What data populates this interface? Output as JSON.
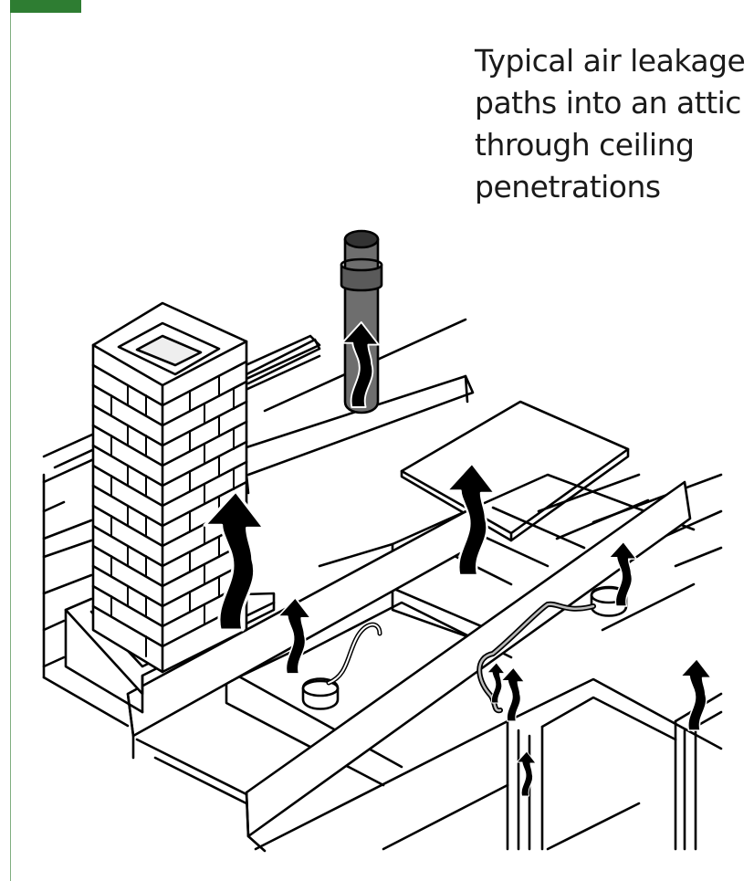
{
  "caption": {
    "lines": [
      "Typical air leakage",
      "paths into an attic",
      "through ceiling",
      "penetrations"
    ]
  },
  "colors": {
    "frame_green": "#7fae7f",
    "tab_green": "#2e7d32",
    "ink": "#000000",
    "vent_pipe_gray": "#6e6e6e",
    "paper": "#ffffff"
  },
  "icons": {
    "leak_arrow": "airflow-arrow-icon",
    "chimney": "brick-chimney",
    "vent_pipe": "plumbing-vent-pipe",
    "hatch": "attic-hatch-panel",
    "fixture": "ceiling-light-fixture-box"
  }
}
